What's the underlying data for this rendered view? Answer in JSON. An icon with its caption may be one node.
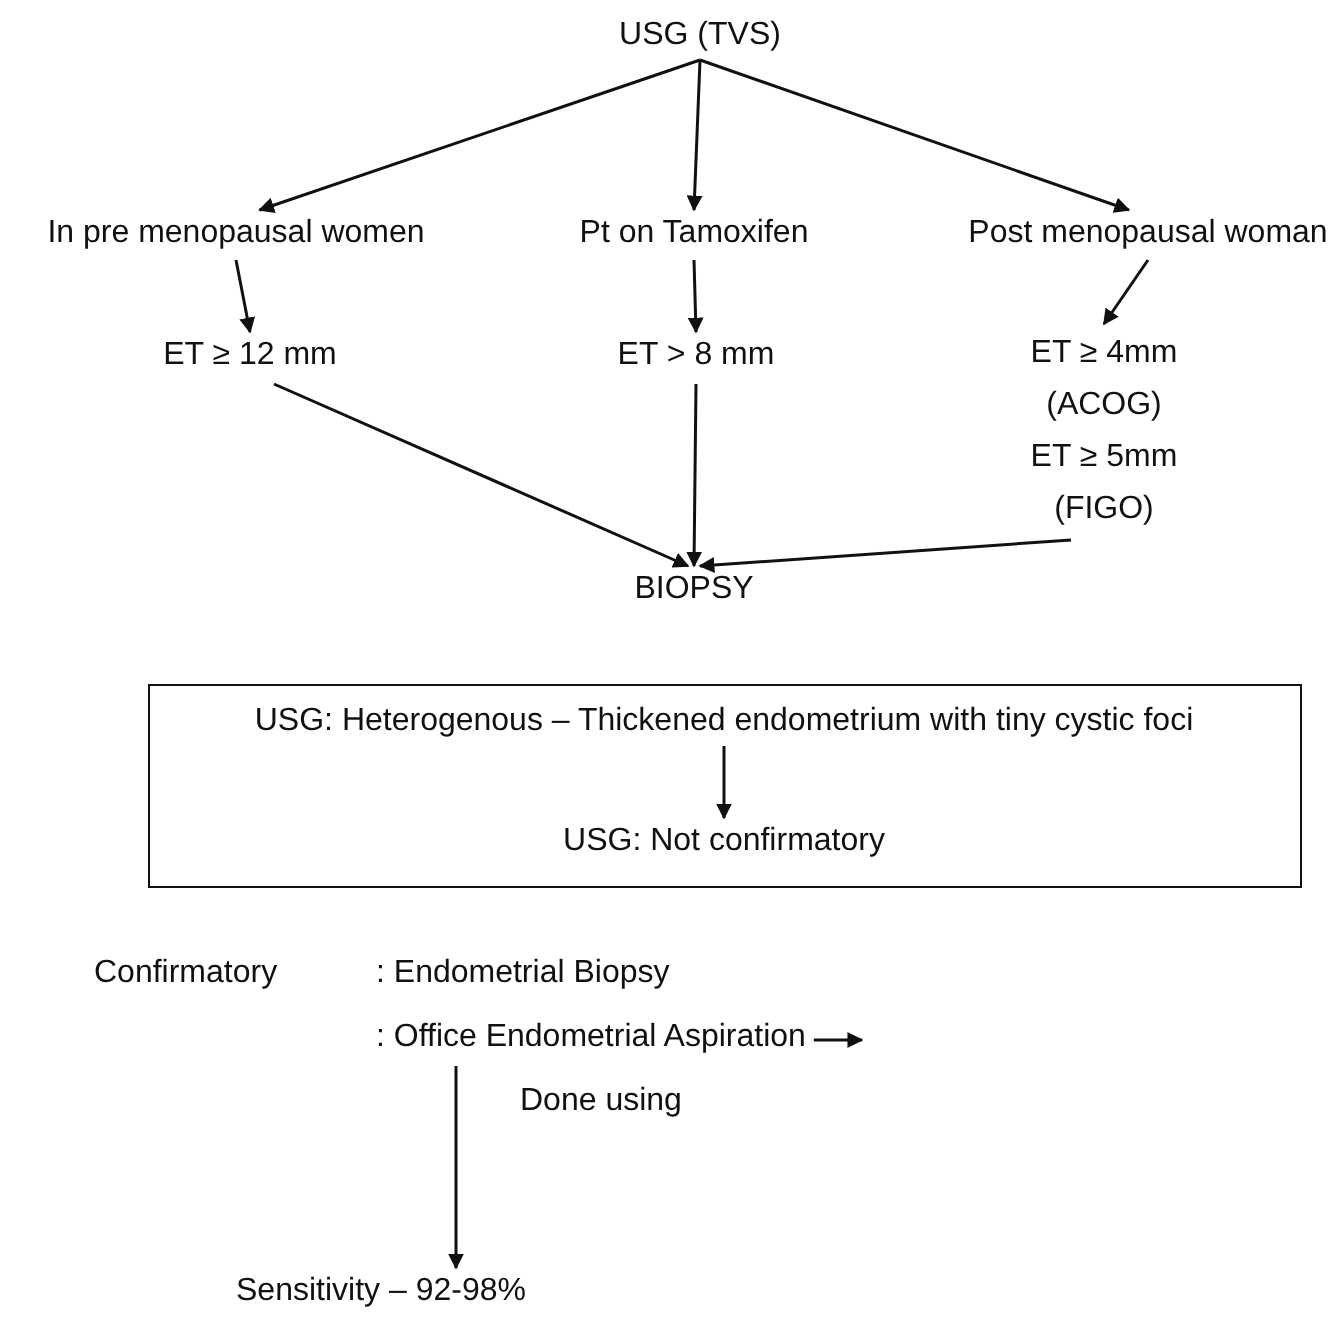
{
  "diagram": {
    "nodes": [
      {
        "text": [
          "USG (TVS)"
        ]
      },
      {
        "text": [
          "In pre menopausal women"
        ]
      },
      {
        "text": [
          "Pt on Tamoxifen"
        ]
      },
      {
        "text": [
          "Post menopausal woman"
        ]
      },
      {
        "text": [
          "ET ≥ 12 mm"
        ]
      },
      {
        "text": [
          "ET > 8 mm"
        ]
      },
      {
        "text": [
          "ET ≥ 4mm",
          "(ACOG)",
          "ET ≥ 5mm",
          "(FIGO)"
        ]
      },
      {
        "text": [
          "BIOPSY"
        ]
      },
      {
        "text": [],
        "shape": "box"
      },
      {
        "text": [
          "USG: Heterogenous – Thickened endometrium with tiny cystic foci"
        ],
        "in": 8
      },
      {
        "text": [
          "USG: Not confirmatory"
        ],
        "in": 8
      },
      {
        "text": [
          ": Office Endometrial Aspiration"
        ]
      },
      {
        "text": [
          "Done using"
        ]
      },
      {
        "text": [
          "Sensitivity – 92-98%"
        ]
      }
    ],
    "edges": [
      {
        "from": 0,
        "to": 1,
        "arrow": "to"
      },
      {
        "from": 0,
        "to": 2,
        "arrow": "to"
      },
      {
        "from": 0,
        "to": 3,
        "arrow": "to"
      },
      {
        "from": 1,
        "to": 4,
        "arrow": "to"
      },
      {
        "from": 2,
        "to": 5,
        "arrow": "to"
      },
      {
        "from": 3,
        "to": 6,
        "arrow": "to"
      },
      {
        "from": 4,
        "to": 7,
        "arrow": "to"
      },
      {
        "from": 5,
        "to": 7,
        "arrow": "to"
      },
      {
        "from": 6,
        "to": 7,
        "arrow": "to"
      },
      {
        "from": 9,
        "to": 10,
        "arrow": "to"
      },
      {
        "from": 11,
        "to": null,
        "arrow": "to"
      },
      {
        "from": 11,
        "to": 13,
        "arrow": "to"
      }
    ],
    "labels": [
      "Confirmatory",
      ": Endometrial Biopsy"
    ]
  }
}
